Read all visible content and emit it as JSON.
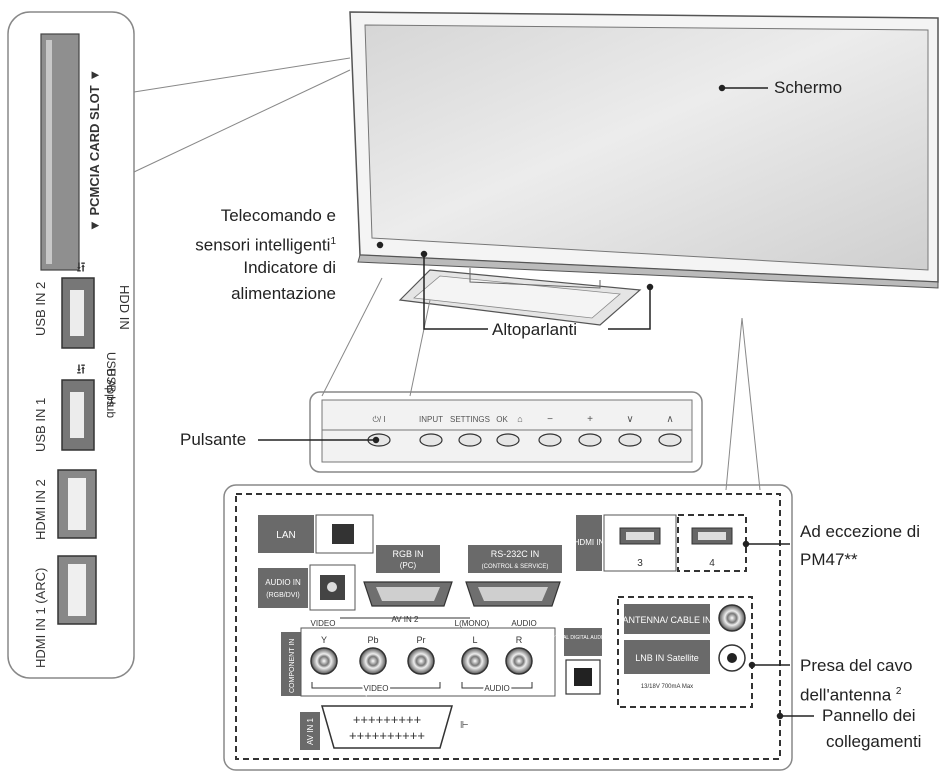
{
  "callouts": {
    "schermo": "Schermo",
    "telecomando": "Telecomando e",
    "sensori": "sensori intelligenti",
    "sensori_note": "1",
    "indicatore": "Indicatore di",
    "alimentazione": "alimentazione",
    "altoparlanti": "Altoparlanti",
    "pulsante": "Pulsante",
    "ad_eccezione_1": "Ad eccezione di",
    "ad_eccezione_2": "PM47**",
    "presa_1": "Presa del cavo",
    "presa_2": "dell'antenna",
    "presa_note": "2",
    "pannello_1": "Pannello dei",
    "pannello_2": "collegamenti"
  },
  "side_panel": {
    "pcmcia": "▼ PCMCIA CARD SLOT ▼",
    "usb2": "USB IN 2",
    "usb_apps": "USB Apps",
    "hdd_in": "HDD IN",
    "usb1": "USB IN 1",
    "usb_hub": "USB Hub",
    "hdmi2": "HDMI IN 2",
    "hdmi1": "HDMI IN 1 (ARC)"
  },
  "buttons_strip": {
    "power": "⏻/ I",
    "input": "INPUT",
    "settings": "SETTINGS",
    "ok": "OK",
    "home": "⌂",
    "vol_minus": "−",
    "vol_plus": "+",
    "ch_down": "∨",
    "ch_up": "∧"
  },
  "rear_panel": {
    "lan": "LAN",
    "rgb_in": "RGB IN",
    "rgb_in_sub": "(PC)",
    "rs232": "RS-232C IN",
    "rs232_sub": "(CONTROL & SERVICE)",
    "audio_in": "AUDIO IN",
    "audio_in_sub": "(RGB/DVI)",
    "hdmi_in": "HDMI IN",
    "hdmi3": "3",
    "hdmi4": "4",
    "av_in2": "AV IN 2",
    "video_top": "VIDEO",
    "mono": "L(MONO)",
    "audio_top": "AUDIO",
    "y": "Y",
    "pb": "Pb",
    "pr": "Pr",
    "l": "L",
    "r": "R",
    "component_in": "COMPONENT IN",
    "video_bottom": "VIDEO",
    "audio_bottom": "AUDIO",
    "optical": "OPTICAL DIGITAL AUDIO OUT",
    "antenna_cable": "ANTENNA/ CABLE IN",
    "lnb_in": "LNB IN Satellite",
    "lnb_volt": "13/18V 700mA Max",
    "av_in1": "AV IN 1",
    "scart_row1": "+++++++++",
    "scart_row2": "++++++++++"
  }
}
